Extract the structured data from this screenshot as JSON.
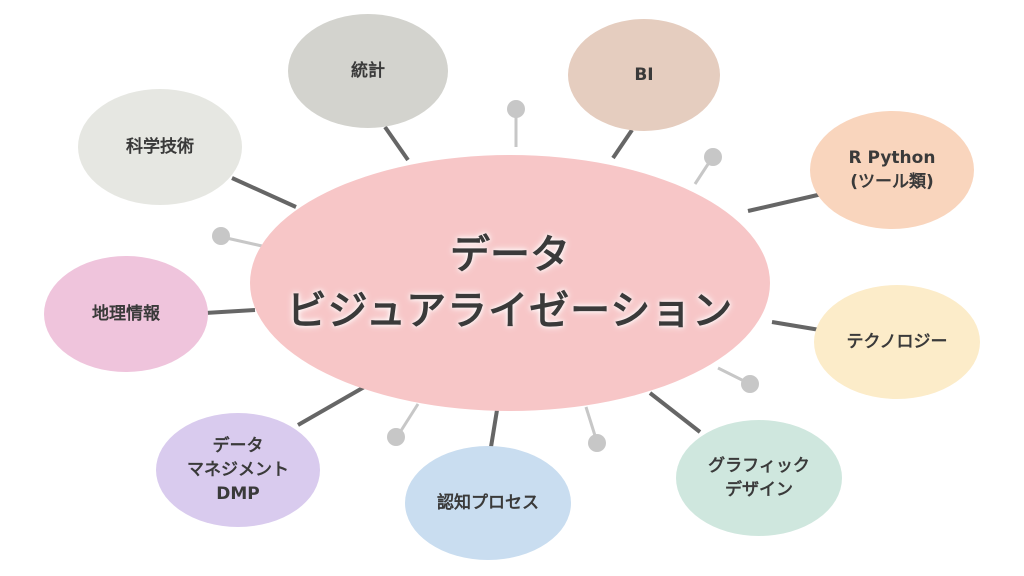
{
  "center": {
    "title_line1": "データ",
    "title_line2": "ビジュアライゼーション",
    "color": "#f7c6c7"
  },
  "nodes": [
    {
      "id": "statistics",
      "lines": [
        "統計"
      ],
      "color": "#d3d3ce"
    },
    {
      "id": "bi",
      "lines": [
        "BI"
      ],
      "color": "#e5cdbf"
    },
    {
      "id": "science",
      "lines": [
        "科学技術"
      ],
      "color": "#e6e7e2"
    },
    {
      "id": "r-python",
      "lines": [
        "R Python",
        "(ツール類)"
      ],
      "color": "#f9d5bd"
    },
    {
      "id": "geo",
      "lines": [
        "地理情報"
      ],
      "color": "#efc4dc"
    },
    {
      "id": "technology",
      "lines": [
        "テクノロジー"
      ],
      "color": "#fcecc9"
    },
    {
      "id": "data-management",
      "lines": [
        "データ",
        "マネジメント",
        "DMP"
      ],
      "color": "#d9cbee"
    },
    {
      "id": "cognition",
      "lines": [
        "認知プロセス"
      ],
      "color": "#c9ddf0"
    },
    {
      "id": "graphic-design",
      "lines": [
        "グラフィック",
        "デザイン"
      ],
      "color": "#cfe7de"
    }
  ],
  "colors": {
    "connector": "#666666",
    "pin": "#c7c7c7"
  }
}
